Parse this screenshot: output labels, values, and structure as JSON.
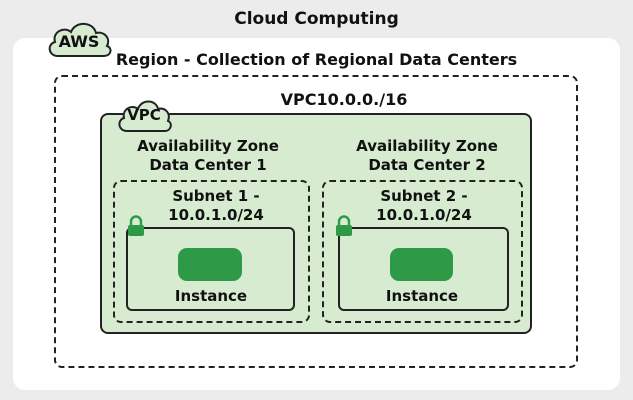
{
  "title": "Cloud Computing",
  "aws": {
    "label": "AWS",
    "icon": "cloud-icon"
  },
  "region": {
    "label": "Region - Collection of Regional Data Centers"
  },
  "vpc": {
    "tag": "VPC",
    "cidr": "VPC10.0.0./16",
    "icon": "cloud-icon"
  },
  "zones": [
    {
      "title_line1": "Availability Zone",
      "title_line2": "Data Center 1",
      "subnet_line1": "Subnet 1 -",
      "subnet_line2": "10.0.1.0/24",
      "instance_label": "Instance",
      "icon": "lock-icon"
    },
    {
      "title_line1": "Availability Zone",
      "title_line2": "Data Center 2",
      "subnet_line1": "Subnet 2 -",
      "subnet_line2": "10.0.1.0/24",
      "instance_label": "Instance",
      "icon": "lock-icon"
    }
  ],
  "colors": {
    "page_background": "#ececec",
    "panel": "#ffffff",
    "vpc_fill": "#d6ebcf",
    "instance": "#2e9a48",
    "lock": "#2e9a48",
    "stroke": "#222222"
  }
}
